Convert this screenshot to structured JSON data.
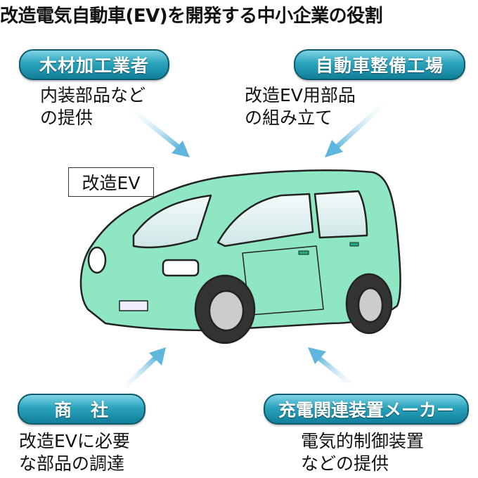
{
  "title": "改造電気自動車(EV)を開発する中小企業の役割",
  "center_label": "改造EV",
  "roles": [
    {
      "name": "木材加工業者",
      "desc_line1": "内装部品など",
      "desc_line2": "の提供"
    },
    {
      "name": "自動車整備工場",
      "desc_line1": "改造EV用部品",
      "desc_line2": "の組み立て"
    },
    {
      "name": "商　社",
      "desc_line1": "改造EVに必要",
      "desc_line2": "な部品の調達"
    },
    {
      "name": "充電関連装置メーカー",
      "desc_line1": "電気的制御装置",
      "desc_line2": "などの提供"
    }
  ],
  "colors": {
    "pill": "#2aa3bd",
    "car_body": "#8fe6c2",
    "arrow": "#8ccbe6"
  }
}
